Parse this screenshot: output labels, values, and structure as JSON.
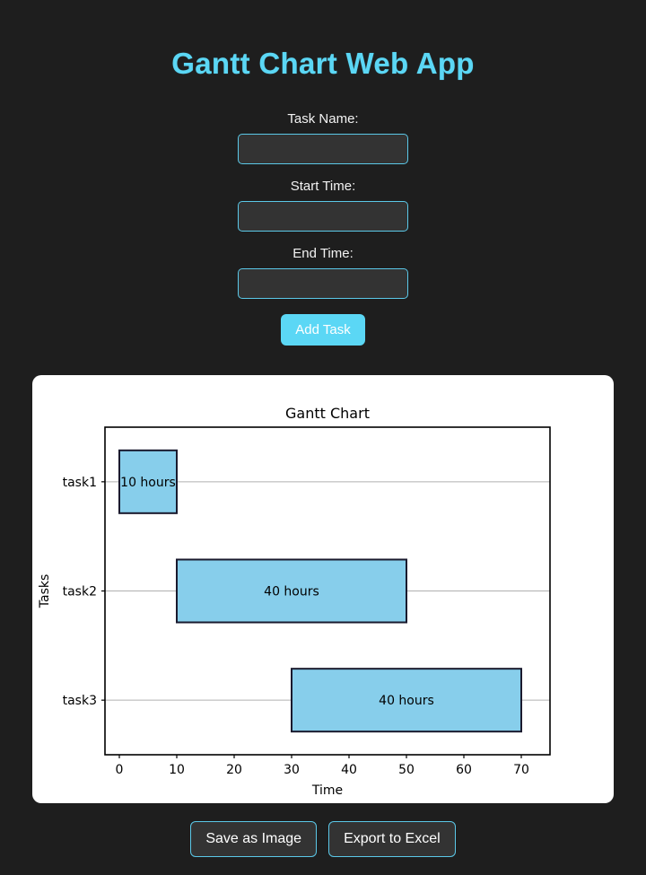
{
  "app": {
    "title": "Gantt Chart Web App",
    "background_color": "#1e1e1e",
    "accent_color": "#5bd7f5"
  },
  "form": {
    "task_name": {
      "label": "Task Name:",
      "value": "",
      "placeholder": ""
    },
    "start_time": {
      "label": "Start Time:",
      "value": "",
      "placeholder": ""
    },
    "end_time": {
      "label": "End Time:",
      "value": "",
      "placeholder": ""
    },
    "add_button": "Add Task"
  },
  "footer": {
    "save_image_button": "Save as Image",
    "export_excel_button": "Export to Excel"
  },
  "chart_data": {
    "type": "bar",
    "title": "Gantt Chart",
    "xlabel": "Time",
    "ylabel": "Tasks",
    "xlim": [
      -2.5,
      75
    ],
    "xticks": [
      "0",
      "10",
      "20",
      "30",
      "40",
      "50",
      "60",
      "70"
    ],
    "xtick_values": [
      0,
      10,
      20,
      30,
      40,
      50,
      60,
      70
    ],
    "categories": [
      "task1",
      "task2",
      "task3"
    ],
    "grid": true,
    "legend": false,
    "bar_fill_color": "#87ceeb",
    "bar_edge_color": "#1a1a2e",
    "tasks": [
      {
        "name": "task1",
        "start": 0,
        "end": 10,
        "duration_label": "10 hours"
      },
      {
        "name": "task2",
        "start": 10,
        "end": 50,
        "duration_label": "40 hours"
      },
      {
        "name": "task3",
        "start": 30,
        "end": 70,
        "duration_label": "40 hours"
      }
    ]
  }
}
